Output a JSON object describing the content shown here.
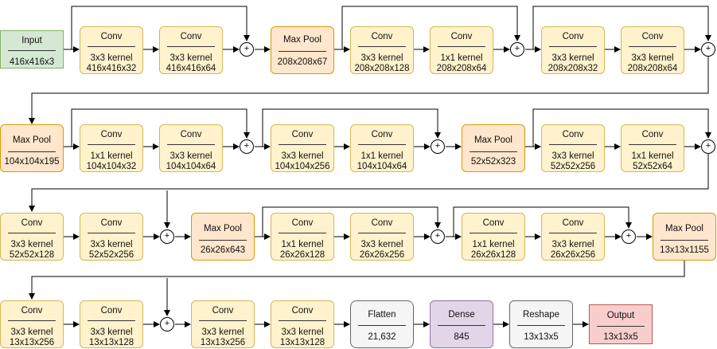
{
  "input": {
    "title": "Input",
    "sub": "416x416x3"
  },
  "row1": [
    {
      "title": "Conv",
      "l1": "3x3 kernel",
      "l2": "416x416x32"
    },
    {
      "title": "Conv",
      "l1": "3x3 kernel",
      "l2": "416x416x64"
    },
    {
      "title": "Max Pool",
      "l1": "208x208x67"
    },
    {
      "title": "Conv",
      "l1": "3x3 kernel",
      "l2": "208x208x128"
    },
    {
      "title": "Conv",
      "l1": "1x1 kernel",
      "l2": "208x208x64"
    },
    {
      "title": "Conv",
      "l1": "3x3 kernel",
      "l2": "208x208x32"
    },
    {
      "title": "Conv",
      "l1": "3x3 kernel",
      "l2": "208x208x64"
    }
  ],
  "row2": [
    {
      "title": "Max Pool",
      "l1": "104x104x195"
    },
    {
      "title": "Conv",
      "l1": "1x1 kernel",
      "l2": "104x104x32"
    },
    {
      "title": "Conv",
      "l1": "3x3 kernel",
      "l2": "104x104x64"
    },
    {
      "title": "Conv",
      "l1": "3x3 kernel",
      "l2": "104x104x256"
    },
    {
      "title": "Conv",
      "l1": "1x1 kernel",
      "l2": "104x104x64"
    },
    {
      "title": "Max Pool",
      "l1": "52x52x323"
    },
    {
      "title": "Conv",
      "l1": "3x3 kernel",
      "l2": "52x52x256"
    },
    {
      "title": "Conv",
      "l1": "1x1 kernel",
      "l2": "52x52x64"
    }
  ],
  "row3": [
    {
      "title": "Conv",
      "l1": "3x3 kernel",
      "l2": "52x52x128"
    },
    {
      "title": "Conv",
      "l1": "3x3 kernel",
      "l2": "52x52x256"
    },
    {
      "title": "Max Pool",
      "l1": "26x26x643"
    },
    {
      "title": "Conv",
      "l1": "1x1 kernel",
      "l2": "26x26x128"
    },
    {
      "title": "Conv",
      "l1": "3x3 kernel",
      "l2": "26x26x256"
    },
    {
      "title": "Conv",
      "l1": "1x1 kernel",
      "l2": "26x26x128"
    },
    {
      "title": "Conv",
      "l1": "3x3 kernel",
      "l2": "26x26x256"
    },
    {
      "title": "Max Pool",
      "l1": "13x13x1155"
    }
  ],
  "row4": [
    {
      "title": "Conv",
      "l1": "3x3 kernel",
      "l2": "13x13x256"
    },
    {
      "title": "Conv",
      "l1": "3x3 kernel",
      "l2": "13x13x128"
    },
    {
      "title": "Conv",
      "l1": "3x3 kernel",
      "l2": "13x13x256"
    },
    {
      "title": "Conv",
      "l1": "3x3 kernel",
      "l2": "13x13x128"
    }
  ],
  "flatten": {
    "title": "Flatten",
    "sub": "21,632"
  },
  "dense": {
    "title": "Dense",
    "sub": "845"
  },
  "reshape": {
    "title": "Reshape",
    "sub": "13x13x5"
  },
  "output": {
    "title": "Output",
    "sub": "13x13x5"
  },
  "plus_symbol": "+"
}
